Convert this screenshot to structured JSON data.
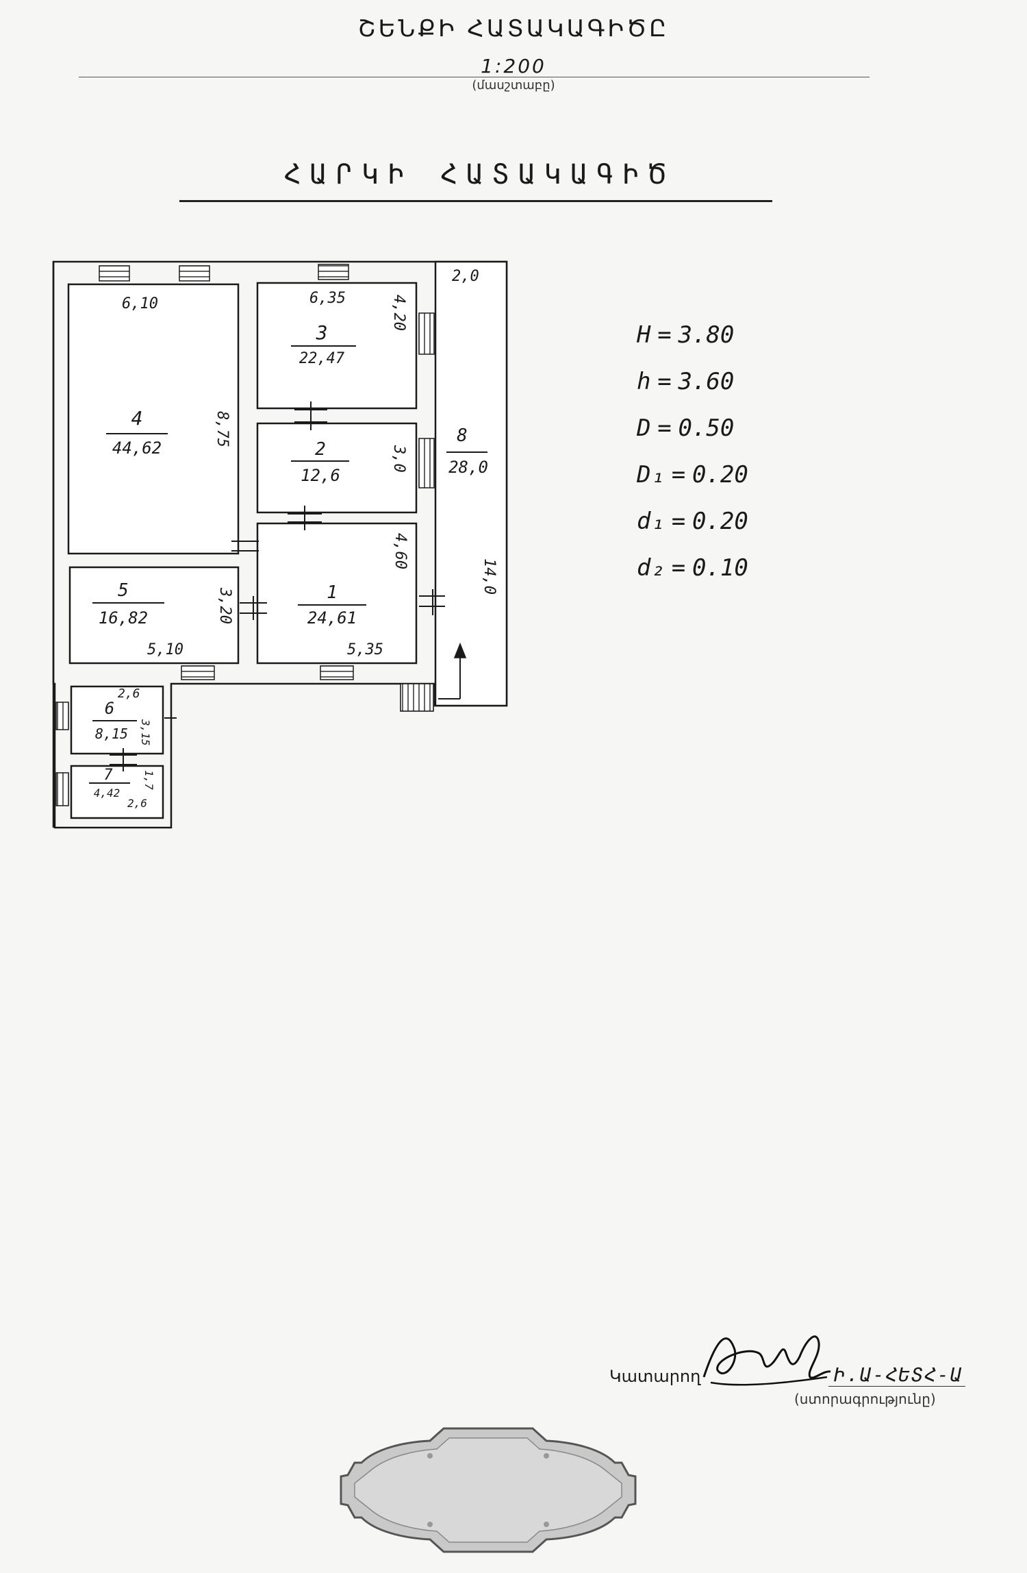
{
  "header": {
    "title": "ՇԵՆՔԻ ՀԱՏԱԿԱԳԻԾԸ",
    "scale_value": "1:200",
    "scale_caption": "(մասշտաբը)"
  },
  "floor_title": "ՀԱՐԿԻ ՀԱՏԱԿԱԳԻԾ",
  "rooms": [
    {
      "id": "1",
      "number": "1",
      "area": "24,61"
    },
    {
      "id": "2",
      "number": "2",
      "area": "12,6"
    },
    {
      "id": "3",
      "number": "3",
      "area": "22,47"
    },
    {
      "id": "4",
      "number": "4",
      "area": "44,62"
    },
    {
      "id": "5",
      "number": "5",
      "area": "16,82"
    },
    {
      "id": "6",
      "number": "6",
      "area": "8,15"
    },
    {
      "id": "7",
      "number": "7",
      "area": "4,42"
    },
    {
      "id": "8",
      "number": "8",
      "area": "28,0"
    }
  ],
  "dimensions": {
    "d_6_10": "6,10",
    "d_8_75": "8,75",
    "d_6_35": "6,35",
    "d_4_20": "4,20",
    "d_2_0": "2,0",
    "d_3_0": "3,0",
    "d_4_60": "4,60",
    "d_14_0": "14,0",
    "d_5_35": "5,35",
    "d_3_20": "3,20",
    "d_5_10": "5,10",
    "d_2_6a": "2,6",
    "d_3_15": "3,15",
    "d_1_7": "1,7",
    "d_2_6b": "2,6"
  },
  "parameters": [
    {
      "name": "H",
      "value": "3.80"
    },
    {
      "name": "h",
      "value": "3.60"
    },
    {
      "name": "D",
      "value": "0.50"
    },
    {
      "name": "D₁",
      "value": "0.20"
    },
    {
      "name": "d₁",
      "value": "0.20"
    },
    {
      "name": "d₂",
      "value": "0.10"
    }
  ],
  "footer": {
    "executor_label": "Կատարող",
    "executor_name": "Ի.Ա-ՀԵՏՀ-Ա",
    "signature_caption": "(ստորագրությունը)"
  },
  "colors": {
    "ink": "#1a1a1a",
    "wall": "#ffffff",
    "stamp_fill": "#c9c9c9"
  }
}
